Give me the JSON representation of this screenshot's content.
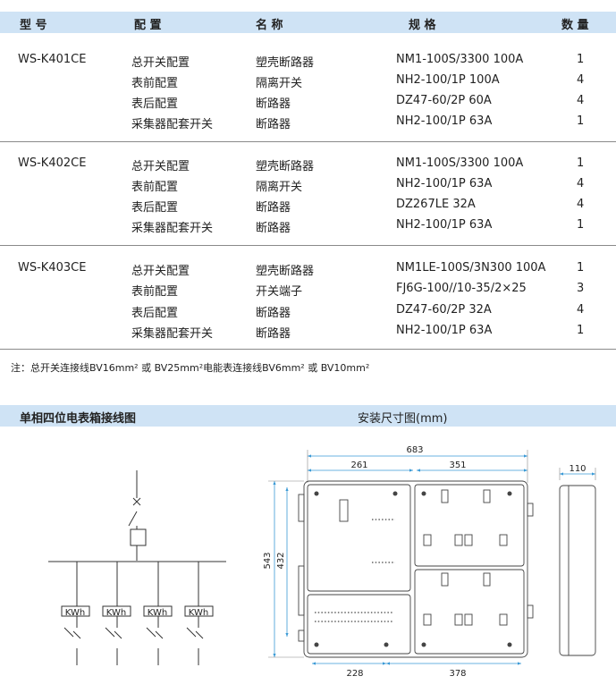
{
  "headers": {
    "model": "型 号",
    "config": "配 置",
    "name": "名 称",
    "spec": "规 格",
    "qty": "数 量"
  },
  "groups": [
    {
      "model": "WS-K401CE",
      "rows": [
        {
          "config": "总开关配置",
          "name": "塑壳断路器",
          "spec": "NM1-100S/3300 100A",
          "qty": "1"
        },
        {
          "config": "表前配置",
          "name": "隔离开关",
          "spec": "NH2-100/1P 100A",
          "qty": "4"
        },
        {
          "config": "表后配置",
          "name": "断路器",
          "spec": "DZ47-60/2P 60A",
          "qty": "4"
        },
        {
          "config": "采集器配套开关",
          "name": "断路器",
          "spec": "NH2-100/1P 63A",
          "qty": "1"
        }
      ]
    },
    {
      "model": "WS-K402CE",
      "rows": [
        {
          "config": "总开关配置",
          "name": "塑壳断路器",
          "spec": "NM1-100S/3300 100A",
          "qty": "1"
        },
        {
          "config": "表前配置",
          "name": "隔离开关",
          "spec": "NH2-100/1P 63A",
          "qty": "4"
        },
        {
          "config": "表后配置",
          "name": "断路器",
          "spec": "DZ267LE 32A",
          "qty": "4"
        },
        {
          "config": "采集器配套开关",
          "name": "断路器",
          "spec": "NH2-100/1P 63A",
          "qty": "1"
        }
      ]
    },
    {
      "model": "WS-K403CE",
      "rows": [
        {
          "config": "总开关配置",
          "name": "塑壳断路器",
          "spec": "NM1LE-100S/3N300 100A",
          "qty": "1"
        },
        {
          "config": "表前配置",
          "name": "开关端子",
          "spec": "FJ6G-100//10-35/2×25",
          "qty": "3"
        },
        {
          "config": "表后配置",
          "name": "断路器",
          "spec": "DZ47-60/2P 32A",
          "qty": "4"
        },
        {
          "config": "采集器配套开关",
          "name": "断路器",
          "spec": "NH2-100/1P 63A",
          "qty": "1"
        }
      ]
    }
  ],
  "note": "注：总开关连接线BV16mm² 或 BV25mm²电能表连接线BV6mm² 或 BV10mm²",
  "wiring_title": "单相四位电表箱接线图",
  "dim_title": "安装尺寸图(mm)",
  "meter_label": "KWh",
  "dims": {
    "w683": "683",
    "w261": "261",
    "w351": "351",
    "w110": "110",
    "h543": "543",
    "h432": "432",
    "b228": "228",
    "b378": "378"
  }
}
